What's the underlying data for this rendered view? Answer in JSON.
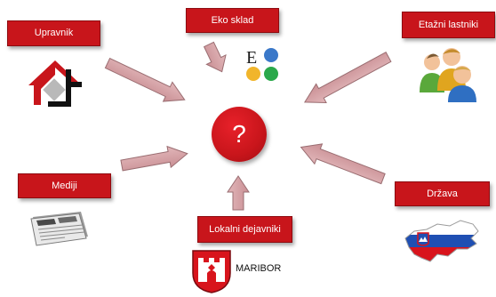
{
  "center": {
    "label": "?"
  },
  "stakeholders": {
    "upravnik": "Upravnik",
    "eko_sklad": "Eko sklad",
    "etazni_lastniki": "Etažni lastniki",
    "mediji": "Mediji",
    "lokalni_dejavniki": "Lokalni dejavniki",
    "drzava": "Država"
  },
  "logos": {
    "maribor": "MARIBOR",
    "eko_letter": "E"
  },
  "colors": {
    "box_red": "#c8151b",
    "arrow_fill": "#d9a5a9",
    "arrow_stroke": "#9a6d71"
  },
  "icons": [
    "house-logo-icon",
    "eko-sklad-logo-icon",
    "people-group-icon",
    "newspaper-icon",
    "slovenia-flag-map-icon",
    "maribor-coat-of-arms-icon"
  ]
}
